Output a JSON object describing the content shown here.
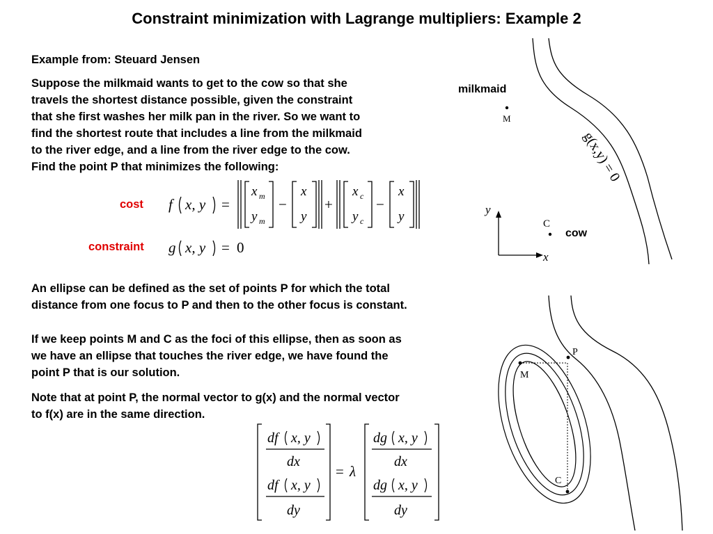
{
  "slide": {
    "title": "Constraint minimization with Lagrange multipliers: Example 2",
    "source": "Example from: Steuard Jensen",
    "intro_lines": [
      "Suppose the milkmaid wants to get to the cow so that she",
      "travels the shortest distance possible, given the constraint",
      "that she first washes her milk pan in the river.  So we want to",
      "find the shortest route that includes a line from the milkmaid",
      "to the river edge, and a line from the river edge to the cow.",
      "Find the point P that minimizes the following:"
    ],
    "cost_label": "cost",
    "constraint_label": "constraint",
    "constraint_rhs": "0",
    "ellipse_lines": [
      "An ellipse can be defined as the set of points P for which the total",
      "distance from one focus to P and then to the other focus is constant."
    ],
    "foci_lines": [
      "If we keep points M and C as the foci of this ellipse, then as soon as",
      "we have an ellipse that touches the river edge, we have found the",
      "point P that is our solution."
    ],
    "normal_lines": [
      "Note that at point P, the normal vector to g(x) and the normal vector",
      "to f(x) are in the same direction."
    ],
    "lambda": "λ"
  },
  "figure_top": {
    "milkmaid_label": "milkmaid",
    "cow_label": "cow",
    "m_label": "M",
    "c_label": "C",
    "river_label": "g(x,y) = 0",
    "y_axis": "y",
    "x_axis": "x"
  },
  "figure_bottom": {
    "p_label": "P",
    "m_label": "M",
    "c_label": "C"
  }
}
